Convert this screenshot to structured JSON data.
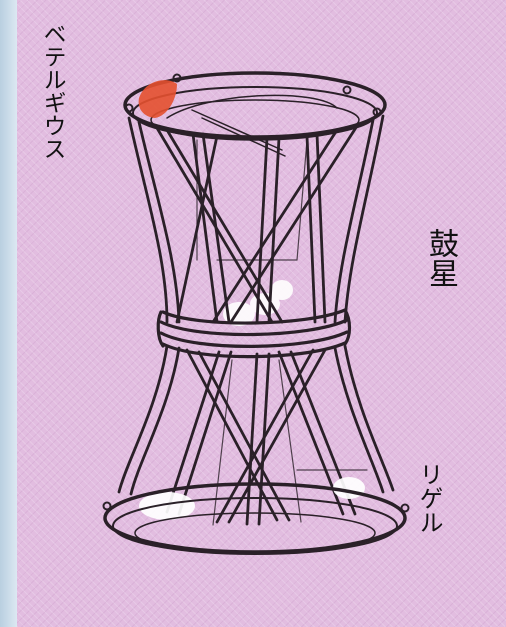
{
  "labels": {
    "betelgeuse": "ベテルギウス",
    "tsuzumi_boshi": "鼓星",
    "rigel": "リゲル"
  },
  "colors": {
    "background_pink": "#e2bde0",
    "line_ink": "#2a2028",
    "betelgeuse_red": "#e4502f",
    "rigel_glow": "#ffffff",
    "left_strip": "#c6d8e6"
  },
  "figure": {
    "subject": "tsuzumi-drum"
  }
}
